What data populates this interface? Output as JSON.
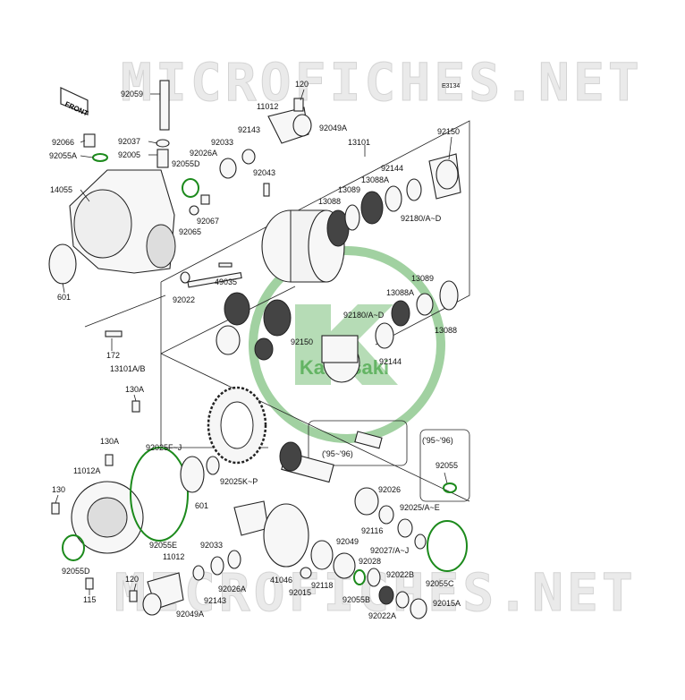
{
  "watermark": {
    "top": "MICROFICHES.NET",
    "bottom": "MICROFICHES.NET"
  },
  "diagram_code": "E3134",
  "front_label": "FRONT",
  "logo_text": "Kawasaki",
  "logo_color": "#2f9a2f",
  "oring_color": "#1c8a1c",
  "note_top": "('95~'96)",
  "note_bottom": "('95~'96)",
  "labels": [
    "92059",
    "120",
    "11012",
    "92049A",
    "92143",
    "92033",
    "92026A",
    "92037",
    "92005",
    "92055D",
    "92066",
    "92055A",
    "14055",
    "92067",
    "92065",
    "601",
    "92043",
    "13101",
    "92150",
    "92144",
    "13088A",
    "13089",
    "13088",
    "92180/A~D",
    "49035",
    "92022",
    "13089",
    "13088A",
    "92180/A~D",
    "13088",
    "92150",
    "92144",
    "172",
    "13101A/B",
    "130A",
    "92025F~J",
    "92055",
    "130A",
    "11012A",
    "130",
    "92055E",
    "601",
    "92025K~P",
    "92026",
    "92116",
    "92025/A~E",
    "92049",
    "92027/A~J",
    "92028",
    "92022B",
    "92033",
    "11012",
    "41046",
    "92015",
    "92118",
    "92055C",
    "92055B",
    "92015A",
    "92022A",
    "120",
    "92055D",
    "115",
    "92143",
    "92026A",
    "92049A"
  ]
}
